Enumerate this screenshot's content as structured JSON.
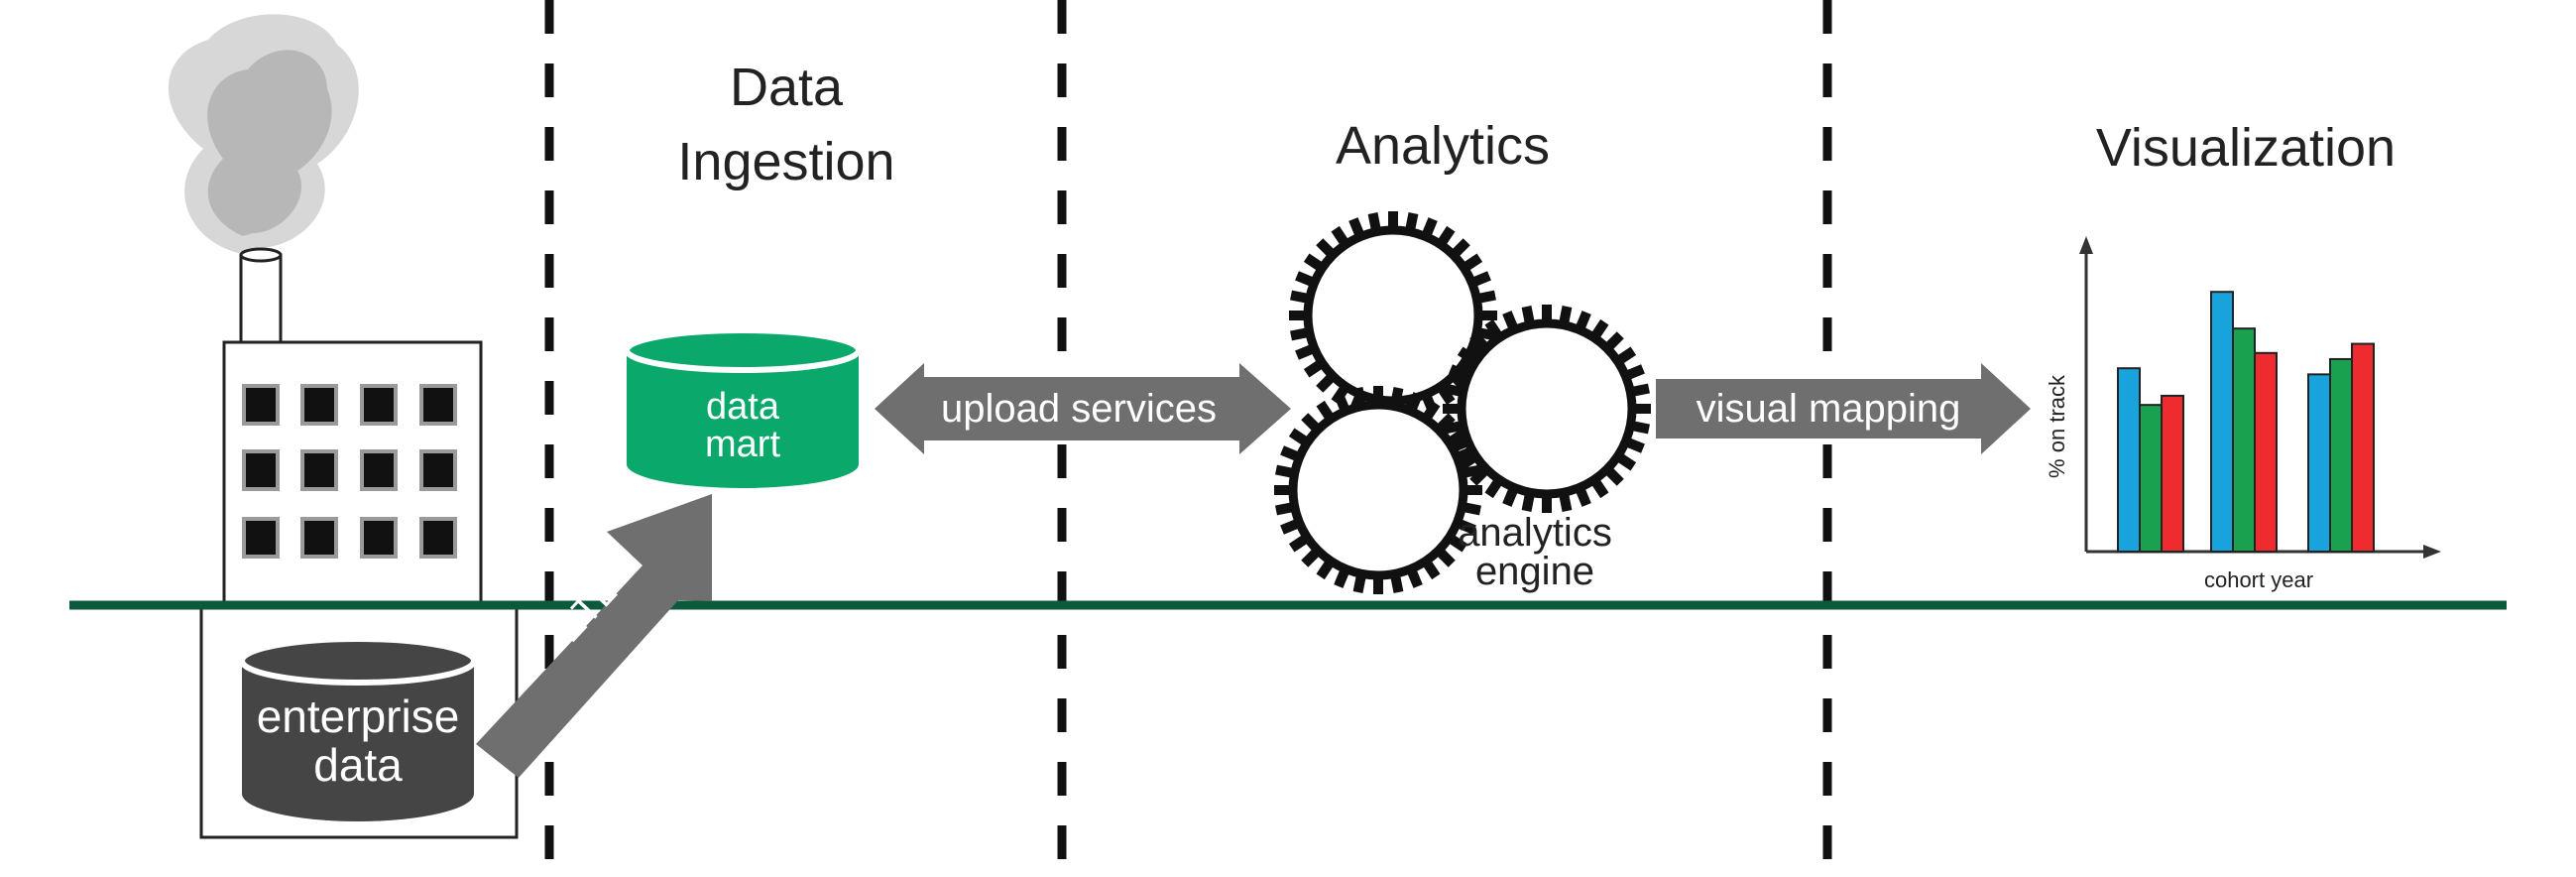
{
  "stages": {
    "ingestion_title_line1": "Data",
    "ingestion_title_line2": "Ingestion",
    "analytics_title": "Analytics",
    "visualization_title": "Visualization"
  },
  "source": {
    "db_label_line1": "enterprise",
    "db_label_line2": "data",
    "etl_label": "ETL"
  },
  "ingestion": {
    "db_label_line1": "data",
    "db_label_line2": "mart",
    "arrow_label": "upload services"
  },
  "analytics": {
    "engine_label_line1": "analytics",
    "engine_label_line2": "engine",
    "arrow_label": "visual mapping"
  },
  "colors": {
    "ground_line": "#0b5a3c",
    "data_mart": "#0aa86a",
    "arrow_gray": "#6f6f6f",
    "enterprise_db": "#454545"
  },
  "chart_data": {
    "type": "bar",
    "ylabel": "% on track",
    "xlabel": "cohort year",
    "categories": [
      "",
      "",
      ""
    ],
    "series": [
      {
        "color": "#19a3dc",
        "values": [
          60,
          85,
          58
        ]
      },
      {
        "color": "#1aa150",
        "values": [
          48,
          73,
          63
        ]
      },
      {
        "color": "#ee2b2e",
        "values": [
          51,
          65,
          68
        ]
      }
    ],
    "ylim": [
      0,
      100
    ]
  }
}
